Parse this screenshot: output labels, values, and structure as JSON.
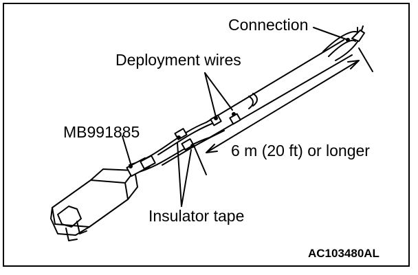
{
  "labels": {
    "connection": "Connection",
    "deployment_wires": "Deployment wires",
    "tool_number": "MB991885",
    "length": "6 m (20 ft) or longer",
    "insulator_tape": "Insulator tape"
  },
  "figure_code": "AC103480AL"
}
